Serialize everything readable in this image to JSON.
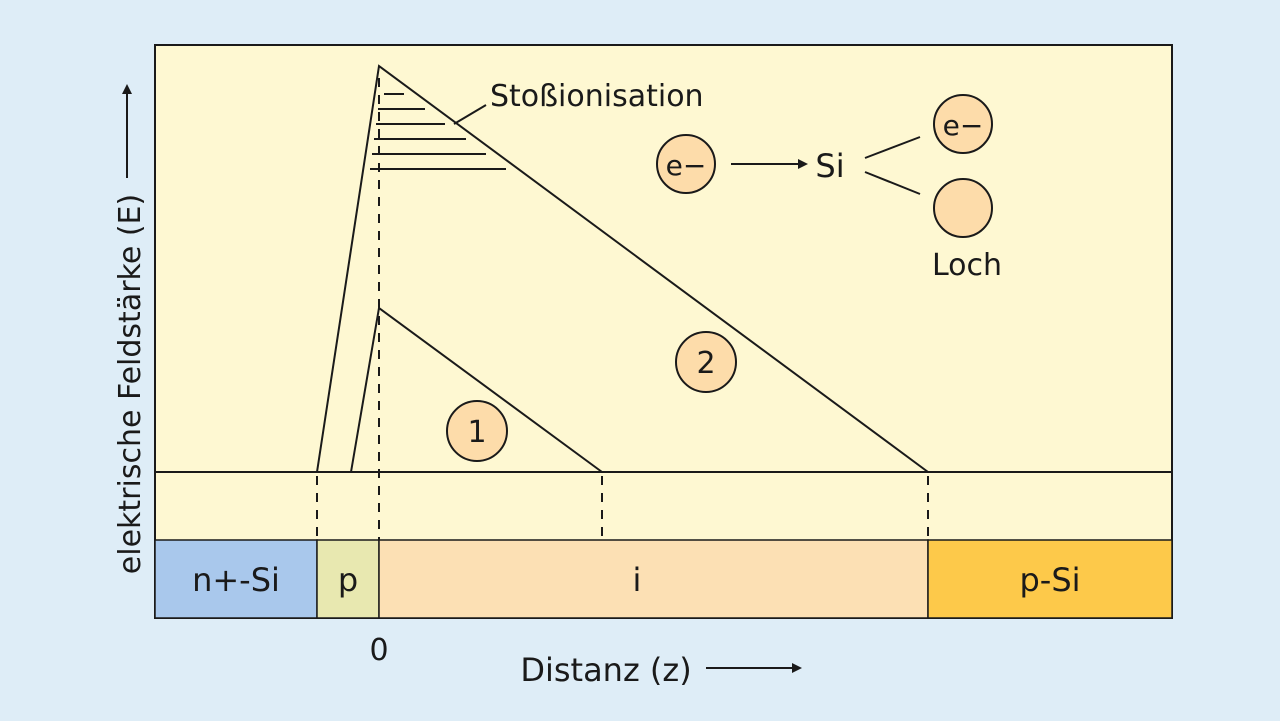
{
  "diagram": {
    "y_axis_label": "elektrische Feldstärke (E)",
    "x_axis_label": "Distanz (z)",
    "origin_label": "0",
    "annotation": "Stoßionisation",
    "curve_labels": [
      "1",
      "2"
    ],
    "ionization": {
      "incoming": "e−",
      "atom": "Si",
      "outgoing_electron": "e−",
      "hole_label": "Loch"
    },
    "regions": [
      {
        "label": "n+-Si",
        "color": "#a9c8ec"
      },
      {
        "label": "p",
        "color": "#e8e8b0"
      },
      {
        "label": "i",
        "color": "#fce0b4"
      },
      {
        "label": "p-Si",
        "color": "#fdc94a"
      }
    ],
    "colors": {
      "background": "#deedf7",
      "plot_area": "#fef8d2",
      "circle_fill": "#fddcaa",
      "line": "#1a1a1a"
    }
  }
}
